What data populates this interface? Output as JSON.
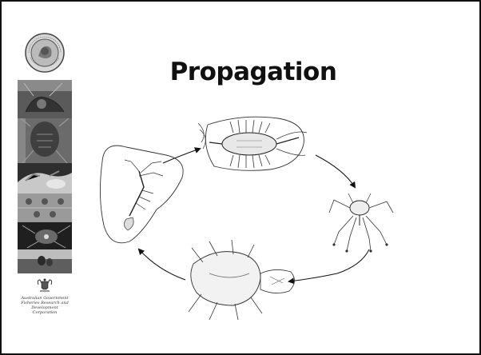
{
  "slide": {
    "title": "Propagation"
  },
  "sidebar": {
    "logo_icon": "circular-seal-icon",
    "photos": [
      "lobster-tank-photo",
      "lobster-closeup-photo",
      "hands-handling-photo",
      "tank-grid-photo",
      "diver-lobster-photo",
      "ocean-swimmer-photo"
    ],
    "gov_crest_icon": "coat-of-arms-icon",
    "gov_text_lines": [
      "Australian Government",
      "Fisheries Research and",
      "Development Corporation"
    ]
  },
  "diagram": {
    "stages": [
      "adult-lobster-icon",
      "phyllosoma-larva-icon",
      "late-phyllosoma-icon",
      "puerulus-icon"
    ]
  }
}
